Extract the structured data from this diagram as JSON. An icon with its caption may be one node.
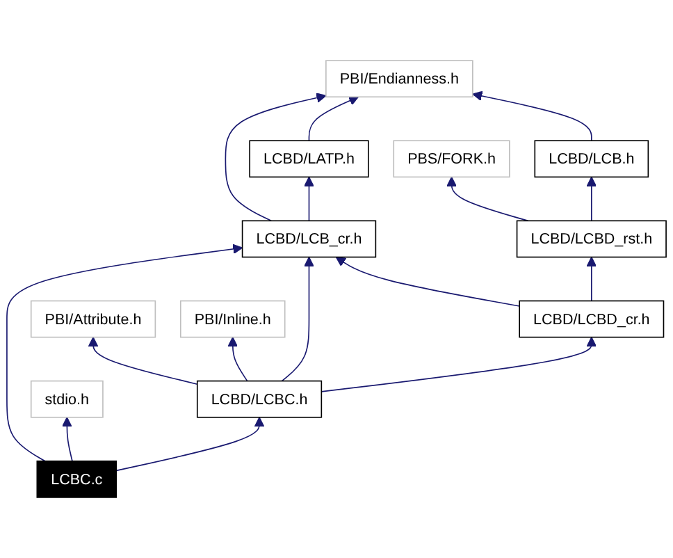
{
  "diagram": {
    "nodes": [
      {
        "text": [
          "PBI/Endianness.h"
        ]
      },
      {
        "text": [
          "LCBD/LATP.h"
        ]
      },
      {
        "text": [
          "LCBD/LCB.h"
        ]
      },
      {
        "text": [
          "PBS/FORK.h"
        ]
      },
      {
        "text": [
          "LCBD/LCB_cr.h"
        ]
      },
      {
        "text": [
          "LCBD/LCBD_rst.h"
        ]
      },
      {
        "text": [
          "LCBD/LCBD_cr.h"
        ]
      },
      {
        "text": [
          "PBI/Attribute.h"
        ]
      },
      {
        "text": [
          "PBI/Inline.h"
        ]
      },
      {
        "text": [
          "LCBD/LCBC.h"
        ]
      },
      {
        "text": [
          "stdio.h"
        ]
      },
      {
        "text": [
          "LCBC.c"
        ]
      }
    ],
    "edges": [
      {
        "from": 11,
        "to": 9,
        "arrow": "to"
      },
      {
        "from": 11,
        "to": 10,
        "arrow": "to"
      },
      {
        "from": 11,
        "to": 4,
        "arrow": "to"
      },
      {
        "from": 9,
        "to": 6,
        "arrow": "to"
      },
      {
        "from": 9,
        "to": 7,
        "arrow": "to"
      },
      {
        "from": 9,
        "to": 8,
        "arrow": "to"
      },
      {
        "from": 9,
        "to": 4,
        "arrow": "to"
      },
      {
        "from": 6,
        "to": 4,
        "arrow": "to"
      },
      {
        "from": 6,
        "to": 5,
        "arrow": "to"
      },
      {
        "from": 5,
        "to": 2,
        "arrow": "to"
      },
      {
        "from": 5,
        "to": 3,
        "arrow": "to"
      },
      {
        "from": 4,
        "to": 1,
        "arrow": "to"
      },
      {
        "from": 4,
        "to": 0,
        "arrow": "to"
      },
      {
        "from": 1,
        "to": 0,
        "arrow": "to"
      },
      {
        "from": 2,
        "to": 0,
        "arrow": "to"
      }
    ]
  }
}
